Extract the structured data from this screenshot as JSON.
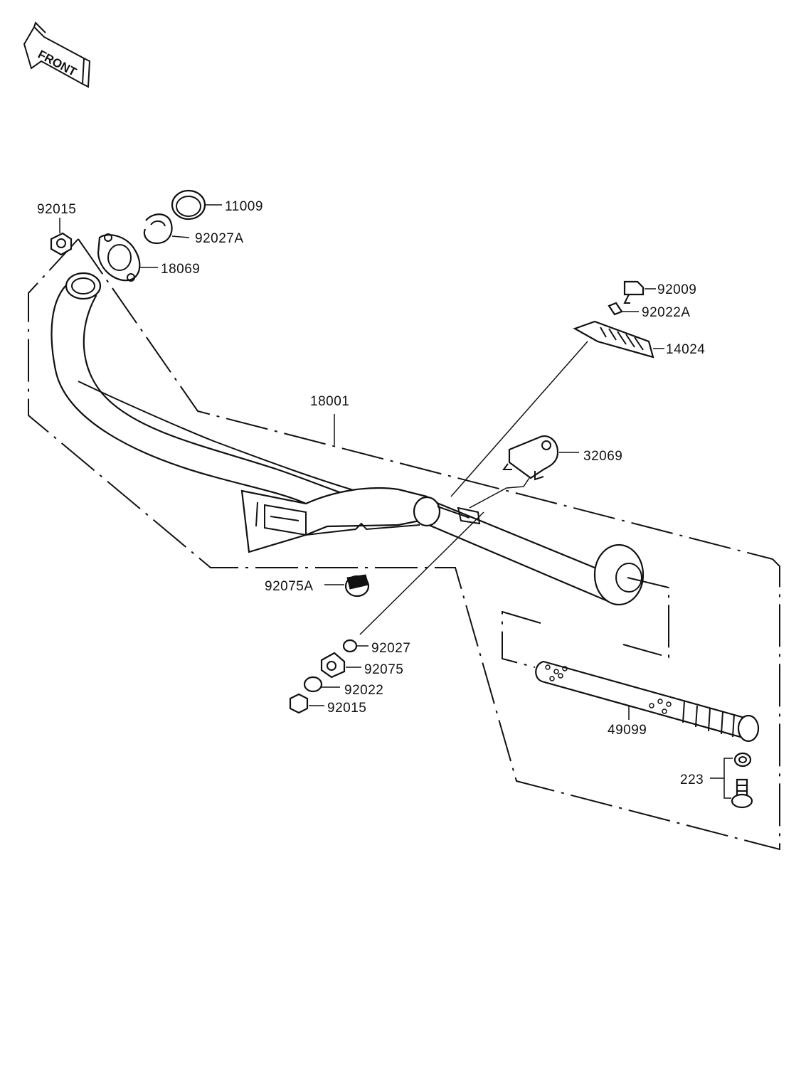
{
  "front_marker": {
    "label": "FRONT"
  },
  "parts": [
    {
      "number": "92015",
      "name": "cap-nut-top"
    },
    {
      "number": "11009",
      "name": "gasket"
    },
    {
      "number": "92027A",
      "name": "collar-split"
    },
    {
      "number": "18069",
      "name": "flange-holder"
    },
    {
      "number": "92009",
      "name": "screw"
    },
    {
      "number": "92022A",
      "name": "washer-small"
    },
    {
      "number": "14024",
      "name": "heat-cover"
    },
    {
      "number": "18001",
      "name": "muffler-body"
    },
    {
      "number": "32069",
      "name": "bracket"
    },
    {
      "number": "92075A",
      "name": "rubber-damper-front"
    },
    {
      "number": "92027",
      "name": "collar"
    },
    {
      "number": "92075",
      "name": "rubber-damper"
    },
    {
      "number": "92022",
      "name": "washer"
    },
    {
      "number": "92015",
      "name": "nut-bottom"
    },
    {
      "number": "49099",
      "name": "spark-arrester"
    },
    {
      "number": "223",
      "name": "screw-set"
    }
  ]
}
